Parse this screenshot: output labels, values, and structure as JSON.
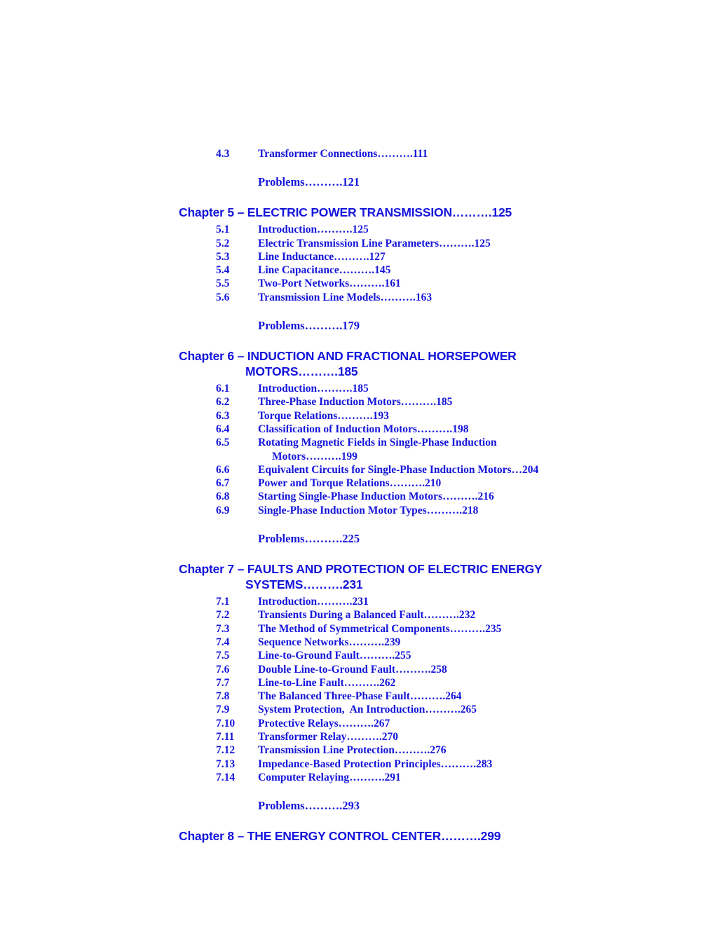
{
  "page": {
    "text_color": "#1414dc",
    "background_color": "#ffffff"
  },
  "toc": {
    "top_entry": {
      "number": "4.3",
      "title": "Transformer Connections……….111"
    },
    "problems_ch4": "Problems……….121",
    "chapters": [
      {
        "heading": "Chapter 5 – ELECTRIC POWER TRANSMISSION……….125",
        "heading_cont": "",
        "entries": [
          {
            "number": "5.1",
            "title": "Introduction……….125",
            "cont": ""
          },
          {
            "number": "5.2",
            "title": "Electric Transmission Line Parameters……….125",
            "cont": ""
          },
          {
            "number": "5.3",
            "title": "Line Inductance……….127",
            "cont": ""
          },
          {
            "number": "5.4",
            "title": "Line Capacitance……….145",
            "cont": ""
          },
          {
            "number": "5.5",
            "title": "Two-Port Networks……….161",
            "cont": ""
          },
          {
            "number": "5.6",
            "title": "Transmission Line Models……….163",
            "cont": ""
          }
        ],
        "problems": "Problems……….179"
      },
      {
        "heading": "Chapter 6 – INDUCTION AND FRACTIONAL HORSEPOWER",
        "heading_cont": "MOTORS……….185",
        "entries": [
          {
            "number": "6.1",
            "title": "Introduction……….185",
            "cont": ""
          },
          {
            "number": "6.2",
            "title": "Three-Phase Induction Motors……….185",
            "cont": ""
          },
          {
            "number": "6.3",
            "title": "Torque Relations……….193",
            "cont": ""
          },
          {
            "number": "6.4",
            "title": "Classification of Induction Motors……….198",
            "cont": ""
          },
          {
            "number": "6.5",
            "title": "Rotating Magnetic Fields in Single-Phase Induction",
            "cont": "Motors……….199"
          },
          {
            "number": "6.6",
            "title": "Equivalent Circuits for Single-Phase Induction Motors…204",
            "cont": ""
          },
          {
            "number": "6.7",
            "title": "Power and Torque Relations……….210",
            "cont": ""
          },
          {
            "number": "6.8",
            "title": "Starting Single-Phase Induction Motors……….216",
            "cont": ""
          },
          {
            "number": "6.9",
            "title": "Single-Phase Induction Motor Types……….218",
            "cont": ""
          }
        ],
        "problems": "Problems……….225"
      },
      {
        "heading": "Chapter 7 – FAULTS AND PROTECTION OF ELECTRIC ENERGY",
        "heading_cont": "SYSTEMS……….231",
        "entries": [
          {
            "number": "7.1",
            "title": "Introduction……….231",
            "cont": ""
          },
          {
            "number": "7.2",
            "title": "Transients During a Balanced Fault……….232",
            "cont": ""
          },
          {
            "number": "7.3",
            "title": "The Method of Symmetrical Components……….235",
            "cont": ""
          },
          {
            "number": "7.4",
            "title": "Sequence Networks……….239",
            "cont": ""
          },
          {
            "number": "7.5",
            "title": "Line-to-Ground Fault……….255",
            "cont": ""
          },
          {
            "number": "7.6",
            "title": "Double Line-to-Ground Fault……….258",
            "cont": ""
          },
          {
            "number": "7.7",
            "title": "Line-to-Line Fault……….262",
            "cont": ""
          },
          {
            "number": "7.8",
            "title": "The Balanced Three-Phase Fault……….264",
            "cont": ""
          },
          {
            "number": "7.9",
            "title": "System Protection,  An Introduction……….265",
            "cont": ""
          },
          {
            "number": "7.10",
            "title": "Protective Relays……….267",
            "cont": ""
          },
          {
            "number": "7.11",
            "title": "Transformer Relay……….270",
            "cont": ""
          },
          {
            "number": "7.12",
            "title": "Transmission Line Protection……….276",
            "cont": ""
          },
          {
            "number": "7.13",
            "title": "Impedance-Based Protection Principles……….283",
            "cont": ""
          },
          {
            "number": "7.14",
            "title": "Computer Relaying……….291",
            "cont": ""
          }
        ],
        "problems": "Problems……….293"
      },
      {
        "heading": "Chapter 8 – THE ENERGY CONTROL CENTER……….299",
        "heading_cont": "",
        "entries": [],
        "problems": ""
      }
    ]
  }
}
